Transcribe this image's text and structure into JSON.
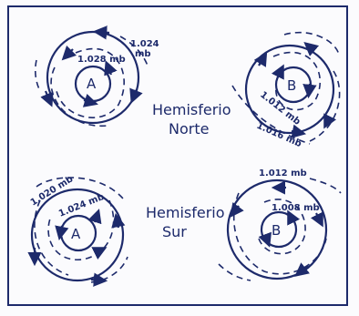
{
  "legend": {
    "north_line1": "Hemisferio",
    "north_line2": "Norte",
    "south_line1": "Hemisferio",
    "south_line2": "Sur"
  },
  "systems": {
    "nw": {
      "center": "A",
      "inner": "1.028 mb",
      "outer_1": "1.024",
      "outer_2": "mb"
    },
    "ne": {
      "center": "B",
      "inner": "1.012 mb",
      "outer": "1.016 mb"
    },
    "sw": {
      "center": "A",
      "inner": "1.024 mb",
      "outer": "1.020 mb"
    },
    "se": {
      "center": "B",
      "inner": "1.008 mb",
      "outer": "1.012 mb"
    }
  },
  "colors": {
    "ink": "#1d2a6b",
    "paper": "#fbfbfd"
  }
}
